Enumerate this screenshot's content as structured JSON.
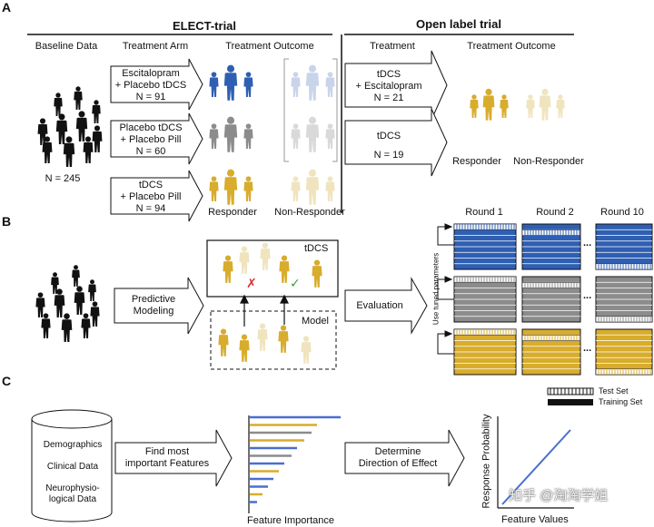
{
  "panel_labels": {
    "a": "A",
    "b": "B",
    "c": "C"
  },
  "panel_a": {
    "elect_title": "ELECT-trial",
    "open_title": "Open label trial",
    "headers": {
      "baseline": "Baseline Data",
      "treatment_arm": "Treatment Arm",
      "treatment_outcome": "Treatment Outcome",
      "treatment": "Treatment",
      "treatment_outcome_2": "Treatment Outcome"
    },
    "baseline_n": "N = 245",
    "arms": [
      {
        "line1": "Escitalopram",
        "line2": "+ Placebo tDCS",
        "n": "N = 91",
        "color": "#2f5fb3"
      },
      {
        "line1": "Placebo tDCS",
        "line2": "+ Placebo Pill",
        "n": "N = 60",
        "color": "#8c8c8c"
      },
      {
        "line1": "tDCS",
        "line2": "+ Placebo Pill",
        "n": "N = 94",
        "color": "#d8ac2c"
      }
    ],
    "open_arms": [
      {
        "line1": "tDCS",
        "line2": "+ Escitalopram",
        "n": "N = 21"
      },
      {
        "line1": "tDCS",
        "line2": "",
        "n": "N = 19"
      }
    ],
    "responder": "Responder",
    "non_responder": "Non-Responder",
    "responder_2": "Responder",
    "non_responder_2": "Non-Responder"
  },
  "panel_b": {
    "predictive_modeling": [
      "Predictive",
      "Modeling"
    ],
    "tdcs": "tDCS",
    "model": "Model",
    "evaluation": "Evaluation",
    "rounds": [
      "Round 1",
      "Round 2",
      "Round 10"
    ],
    "ellipsis": "...",
    "side_label": "Use tuned parameters",
    "legend": {
      "test": "Test Set",
      "training": "Training Set"
    }
  },
  "panel_c": {
    "data_sources": [
      "Demographics",
      "Clinical Data",
      "Neurophysio-",
      "logical Data"
    ],
    "find_features": [
      "Find most",
      "important Features"
    ],
    "feature_importance": "Feature Importance",
    "determine": [
      "Determine",
      "Direction of Effect"
    ],
    "ylabel": "Response Probability",
    "xlabel": "Feature Values",
    "watermark": "知乎 @淘淘学姐"
  },
  "colors": {
    "blue": "#2f5fb3",
    "gray": "#8c8c8c",
    "gold": "#d8ac2c",
    "paleblue": "#c9d4ea",
    "palegold": "#f0e4bf",
    "palegray": "#d9d9d9"
  }
}
